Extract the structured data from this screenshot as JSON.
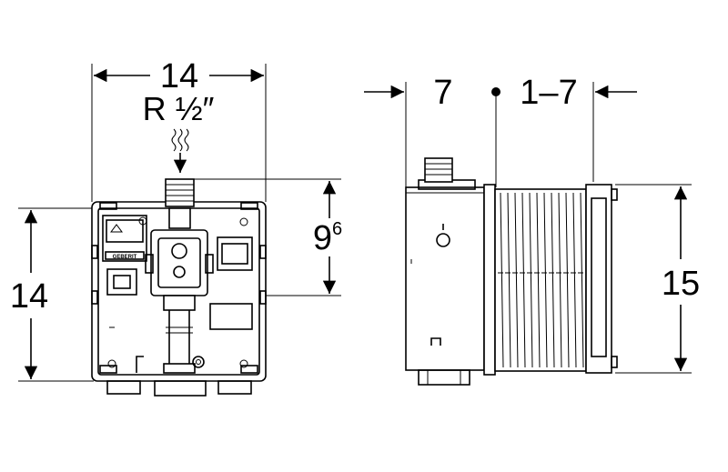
{
  "front_view": {
    "width_label": "14",
    "thread_label": "R ½″",
    "height_label": "14",
    "connection_height_label": "9",
    "connection_height_sup": "6"
  },
  "side_view": {
    "depth_label": "7",
    "adjust_label": "1–7",
    "height_label": "15"
  },
  "brand_mark": "GEBERIT"
}
